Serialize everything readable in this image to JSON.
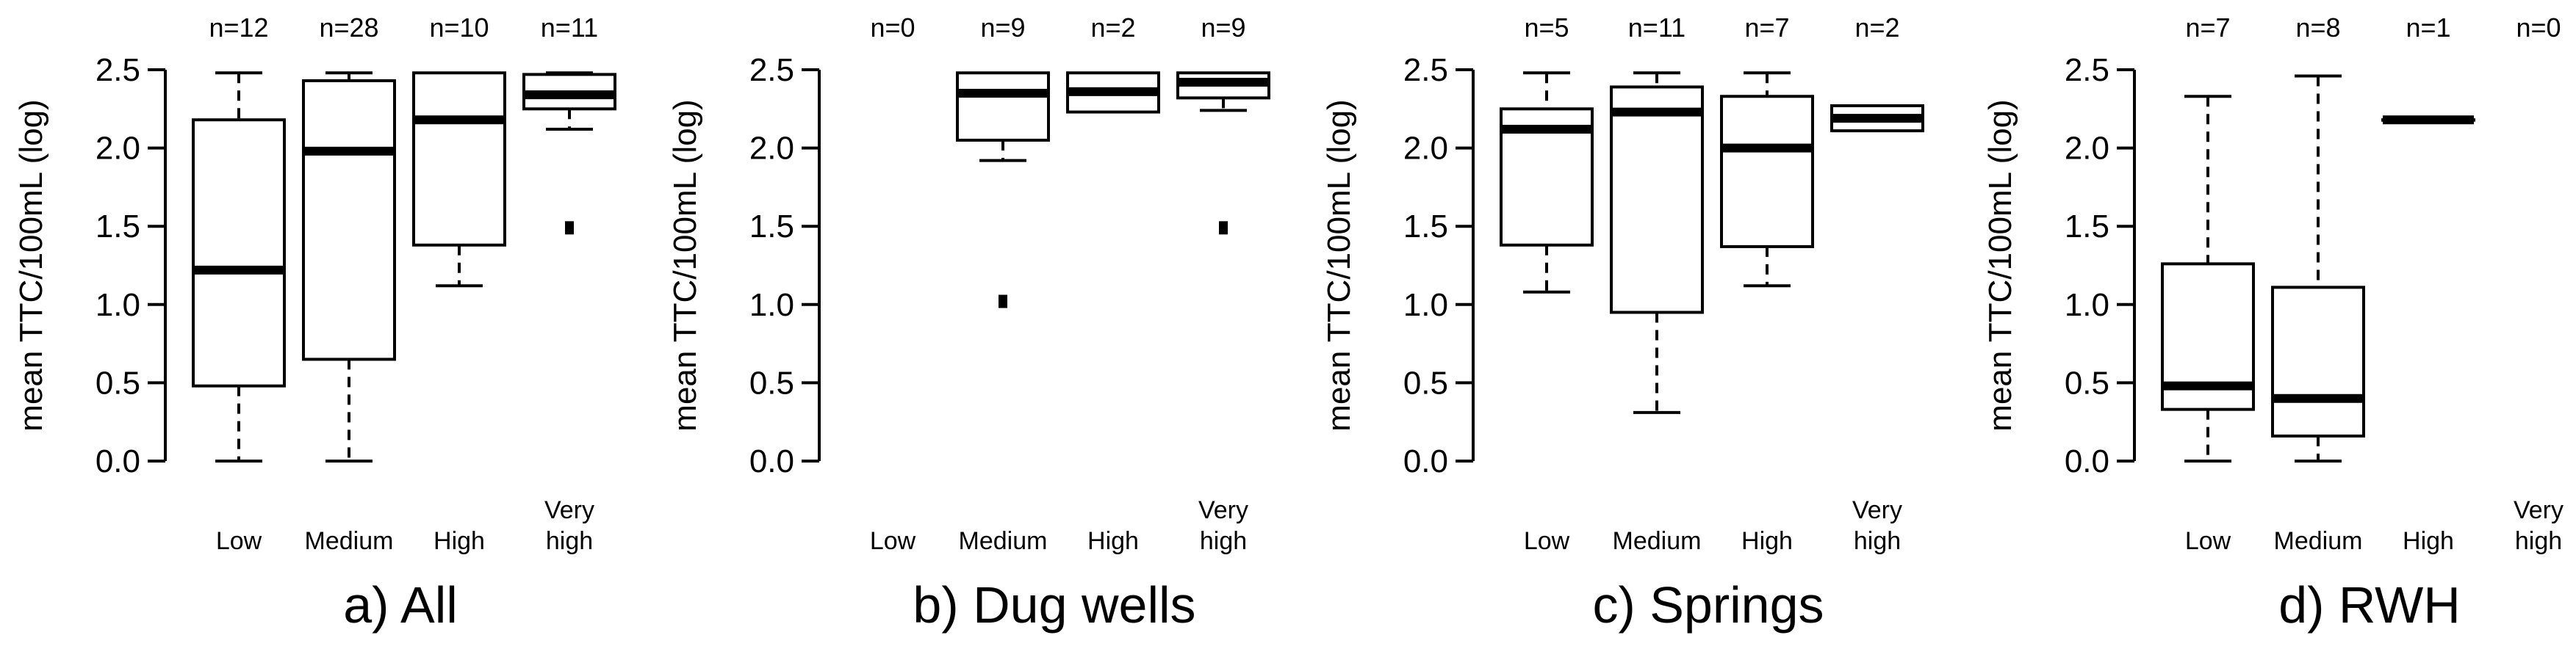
{
  "chart_data": [
    {
      "type": "box",
      "title": "a) All",
      "ylabel": "mean TTC/100mL (log)",
      "ylim": [
        0,
        2.5
      ],
      "yticks": [
        "0.0",
        "0.5",
        "1.0",
        "1.5",
        "2.0",
        "2.5"
      ],
      "categories": [
        "Low",
        "Medium",
        "High",
        "Very high"
      ],
      "n_labels": [
        "n=12",
        "n=28",
        "n=10",
        "n=11"
      ],
      "boxes": [
        {
          "min": 0.0,
          "q1": 0.48,
          "median": 1.22,
          "q3": 2.18,
          "max": 2.48,
          "outliers": []
        },
        {
          "min": 0.0,
          "q1": 0.65,
          "median": 1.98,
          "q3": 2.43,
          "max": 2.48,
          "outliers": []
        },
        {
          "min": 1.12,
          "q1": 1.38,
          "median": 2.18,
          "q3": 2.48,
          "max": 2.48,
          "outliers": []
        },
        {
          "min": 2.12,
          "q1": 2.25,
          "median": 2.34,
          "q3": 2.47,
          "max": 2.48,
          "outliers": [
            1.49
          ]
        }
      ]
    },
    {
      "type": "box",
      "title": "b) Dug wells",
      "ylabel": "mean TTC/100mL (log)",
      "ylim": [
        0,
        2.5
      ],
      "yticks": [
        "0.0",
        "0.5",
        "1.0",
        "1.5",
        "2.0",
        "2.5"
      ],
      "categories": [
        "Low",
        "Medium",
        "High",
        "Very high"
      ],
      "n_labels": [
        "n=0",
        "n=9",
        "n=2",
        "n=9"
      ],
      "boxes": [
        null,
        {
          "min": 1.92,
          "q1": 2.05,
          "median": 2.35,
          "q3": 2.48,
          "max": 2.48,
          "outliers": [
            1.02
          ]
        },
        {
          "min": 2.23,
          "q1": 2.23,
          "median": 2.36,
          "q3": 2.48,
          "max": 2.48,
          "outliers": []
        },
        {
          "min": 2.24,
          "q1": 2.32,
          "median": 2.42,
          "q3": 2.48,
          "max": 2.48,
          "outliers": [
            1.49
          ]
        }
      ]
    },
    {
      "type": "box",
      "title": "c) Springs",
      "ylabel": "mean TTC/100mL (log)",
      "ylim": [
        0,
        2.5
      ],
      "yticks": [
        "0.0",
        "0.5",
        "1.0",
        "1.5",
        "2.0",
        "2.5"
      ],
      "categories": [
        "Low",
        "Medium",
        "High",
        "Very high"
      ],
      "n_labels": [
        "n=5",
        "n=11",
        "n=7",
        "n=2"
      ],
      "boxes": [
        {
          "min": 1.08,
          "q1": 1.38,
          "median": 2.12,
          "q3": 2.25,
          "max": 2.48,
          "outliers": []
        },
        {
          "min": 0.31,
          "q1": 0.95,
          "median": 2.23,
          "q3": 2.39,
          "max": 2.48,
          "outliers": []
        },
        {
          "min": 1.12,
          "q1": 1.37,
          "median": 2.0,
          "q3": 2.33,
          "max": 2.48,
          "outliers": []
        },
        {
          "min": 2.11,
          "q1": 2.11,
          "median": 2.19,
          "q3": 2.27,
          "max": 2.27,
          "outliers": []
        }
      ]
    },
    {
      "type": "box",
      "title": "d) RWH",
      "ylabel": "mean TTC/100mL (log)",
      "ylim": [
        0,
        2.5
      ],
      "yticks": [
        "0.0",
        "0.5",
        "1.0",
        "1.5",
        "2.0",
        "2.5"
      ],
      "categories": [
        "Low",
        "Medium",
        "High",
        "Very high"
      ],
      "n_labels": [
        "n=7",
        "n=8",
        "n=1",
        "n=0"
      ],
      "boxes": [
        {
          "min": 0.0,
          "q1": 0.33,
          "median": 0.48,
          "q3": 1.26,
          "max": 2.33,
          "outliers": []
        },
        {
          "min": 0.0,
          "q1": 0.16,
          "median": 0.4,
          "q3": 1.11,
          "max": 2.46,
          "outliers": []
        },
        {
          "min": 2.18,
          "q1": 2.18,
          "median": 2.18,
          "q3": 2.18,
          "max": 2.18,
          "outliers": []
        },
        null
      ]
    }
  ]
}
